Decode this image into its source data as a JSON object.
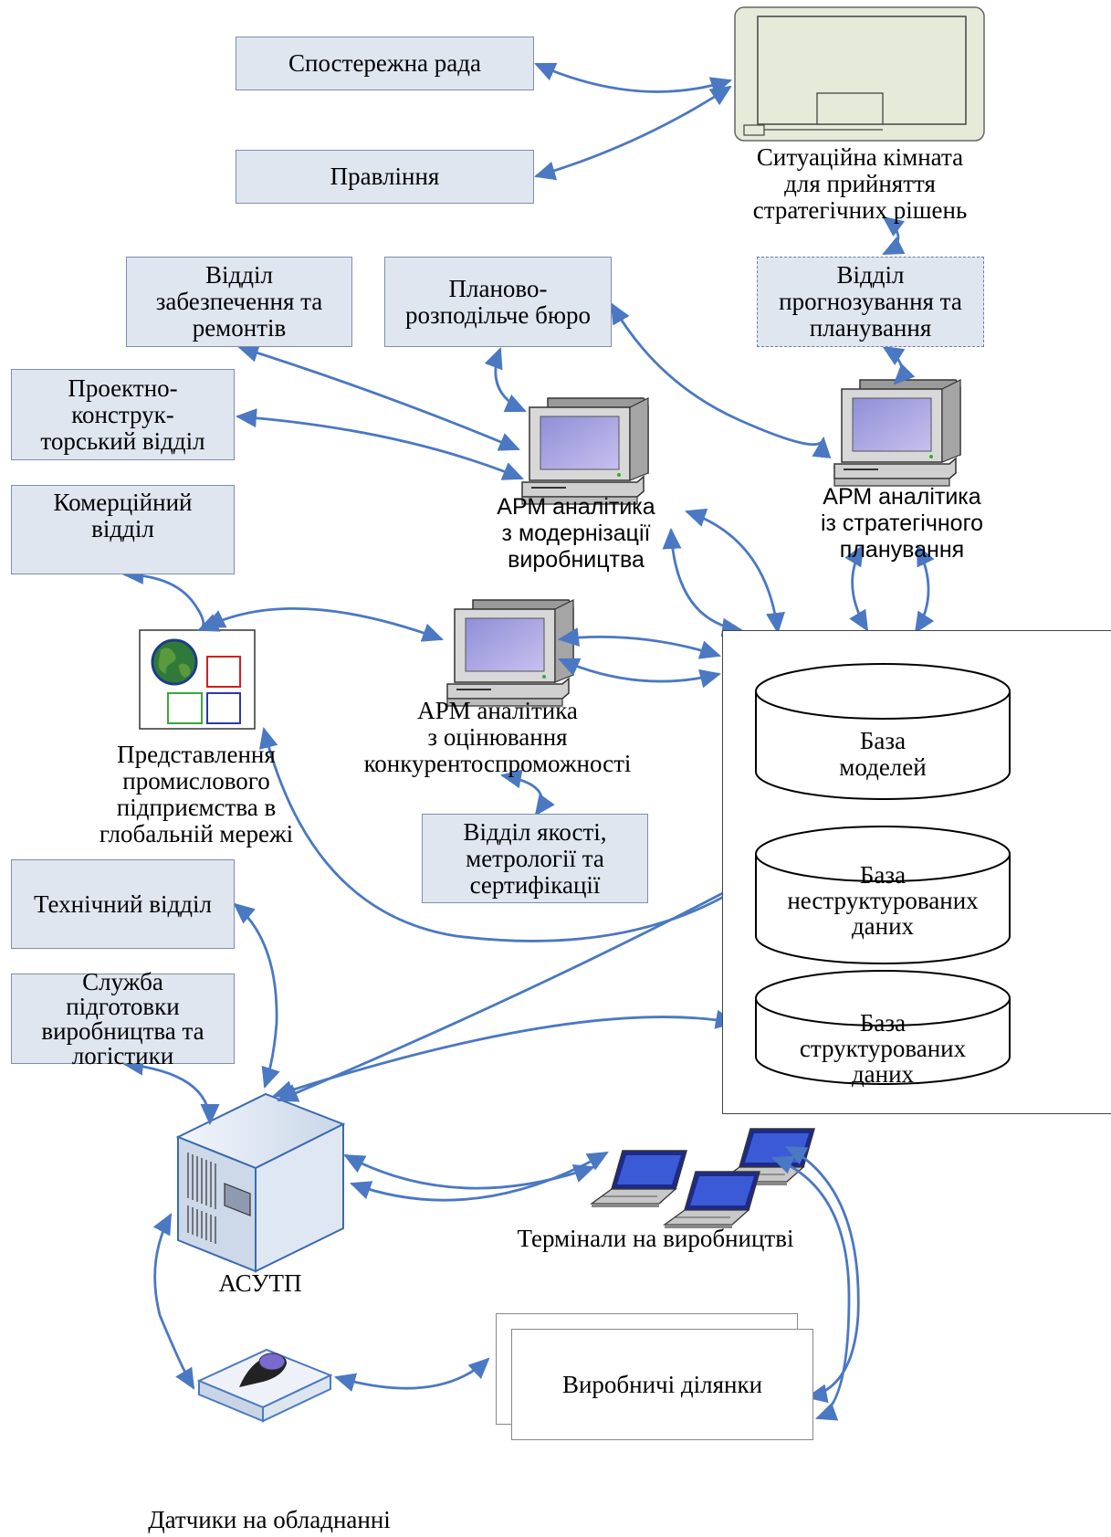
{
  "boxes": {
    "supervisory_board": "Спостережна рада",
    "board": "Правління",
    "support_repairs": "Відділ\nзабезпечення та\nремонтів",
    "planning_bureau": "Планово-\nрозподільче бюро",
    "forecasting_dept": "Відділ\nпрогнозування та\nпланування",
    "design_dept": "Проектно-\nконструк-\nторський відділ",
    "commercial_dept": "Комерційний\nвідділ",
    "quality_dept": "Відділ якості,\nметрології та\nсертифікації",
    "technical_dept": "Технічний відділ",
    "prep_logistics": "Служба\nпідготовки\nвиробництва та\nлогістики",
    "production_sites": "Виробничі ділянки"
  },
  "labels": {
    "situation_room": "Ситуаційна кімната\nдля прийняття\nстратегічних рішень",
    "arm_modernization": "АРМ аналітика\nз модернізації\nвиробництва",
    "arm_strategic": "АРМ аналітика\nіз стратегічного\nпланування",
    "arm_competitiveness": "АРМ аналітика\nз оцінювання\nконкурентоспроможності",
    "global_network": "Представлення\nпромислового\nпідприємства в\nглобальній мережі",
    "terminals": "Термінали на виробництві",
    "asutp": "АСУТП",
    "sensors": "Датчики на обладнанні"
  },
  "databases": {
    "models": "База\nмоделей",
    "unstructured": "База\nнеструктурованих\nданих",
    "structured": "База\nструктурованих\nданих"
  },
  "colors": {
    "box_fill": "#dfe6f0",
    "arrow": "#4a78c2",
    "room_fill": "#e6ead9"
  }
}
